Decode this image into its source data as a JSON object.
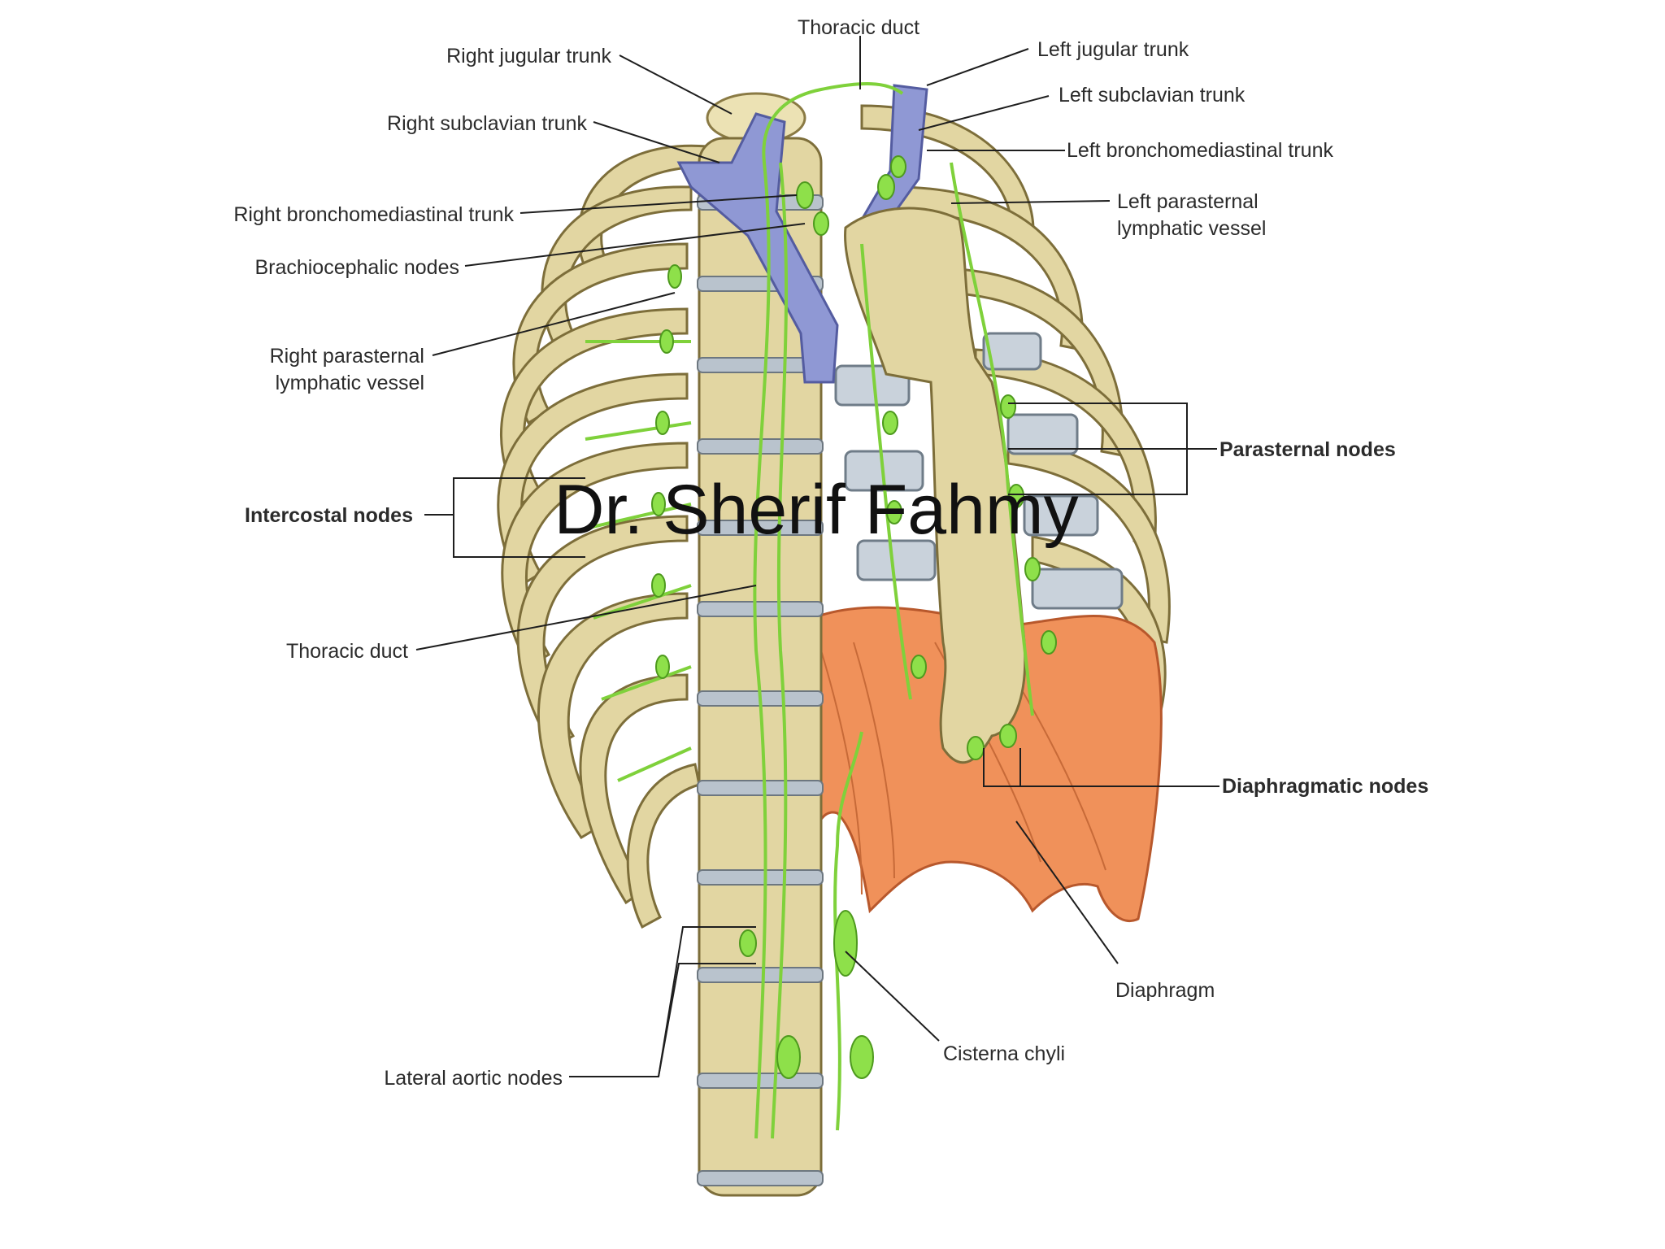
{
  "figure": {
    "watermark": "Dr. Sherif Fahmy"
  },
  "labels": {
    "thoracic_duct_top": "Thoracic duct",
    "right_jugular_trunk": "Right jugular trunk",
    "left_jugular_trunk": "Left jugular trunk",
    "right_subclavian_trunk": "Right subclavian trunk",
    "left_subclavian_trunk": "Left subclavian trunk",
    "left_bronchomediastinal_trunk": "Left bronchomediastinal trunk",
    "right_bronchomediastinal_trunk": "Right bronchomediastinal trunk",
    "left_parasternal_vessel_line1": "Left parasternal",
    "left_parasternal_vessel_line2": "lymphatic vessel",
    "brachiocephalic_nodes": "Brachiocephalic nodes",
    "right_parasternal_vessel_line1": "Right parasternal",
    "right_parasternal_vessel_line2": "lymphatic vessel",
    "parasternal_nodes": "Parasternal nodes",
    "intercostal_nodes": "Intercostal nodes",
    "thoracic_duct_mid": "Thoracic duct",
    "diaphragmatic_nodes": "Diaphragmatic nodes",
    "diaphragm": "Diaphragm",
    "cisterna_chyli": "Cisterna chyli",
    "lateral_aortic_nodes": "Lateral aortic nodes"
  },
  "colors": {
    "bone": "#e2d6a2",
    "cartilage": "#c9d2db",
    "vein": "#8f98d4",
    "lymphatic": "#7fd13b",
    "diaphragm": "#f0915a"
  }
}
